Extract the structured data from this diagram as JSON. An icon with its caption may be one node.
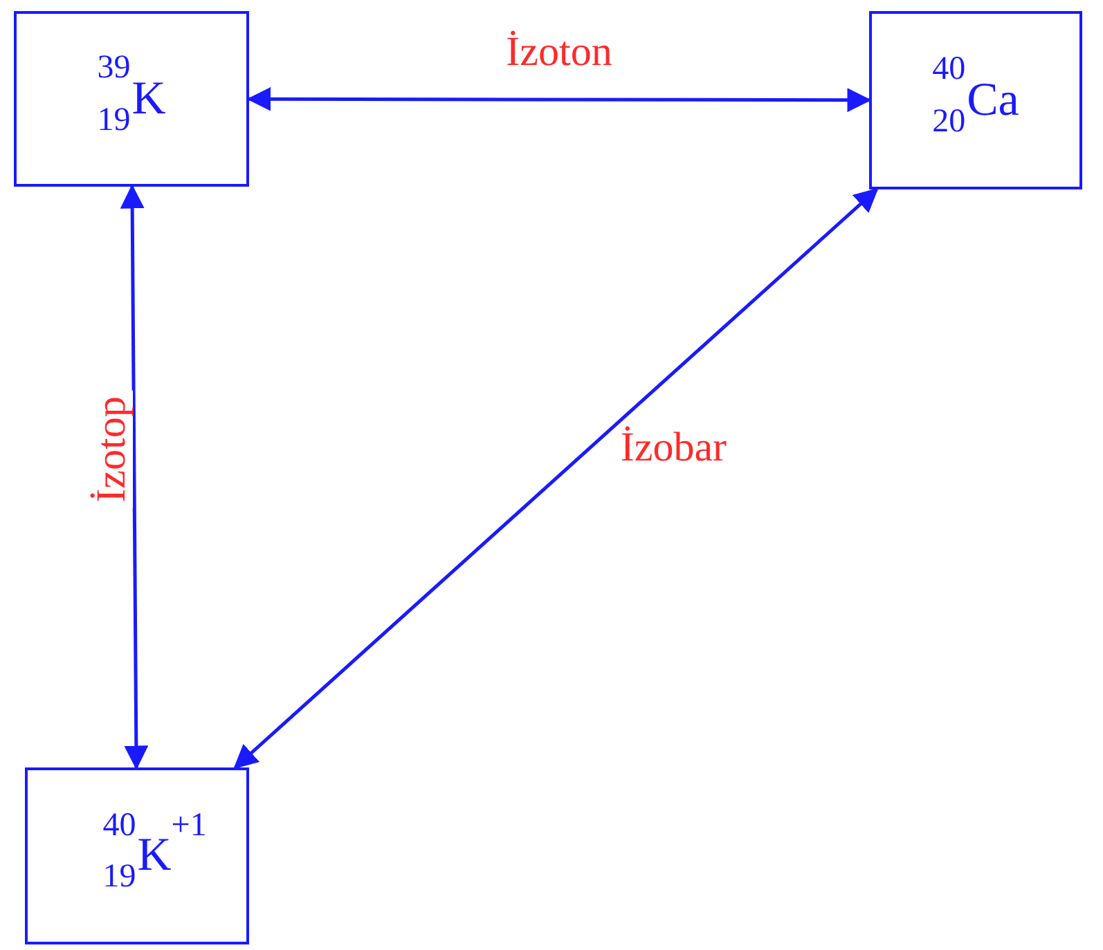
{
  "diagram": {
    "nodes": [
      {
        "text": [
          "$^{39}$$_{19}$K"
        ]
      },
      {
        "text": [
          "$^{40}$$_{20}$Ca"
        ]
      },
      {
        "text": [
          "$^{40}$$_{19}$K$^{+1}$"
        ]
      }
    ],
    "edges": [
      {
        "from": 0,
        "to": 1,
        "arrow": "both",
        "label": "İzoton"
      },
      {
        "from": 0,
        "to": 2,
        "arrow": "both",
        "label": "İzotop"
      },
      {
        "from": 1,
        "to": 2,
        "arrow": "both",
        "label": "İzobar"
      }
    ]
  }
}
